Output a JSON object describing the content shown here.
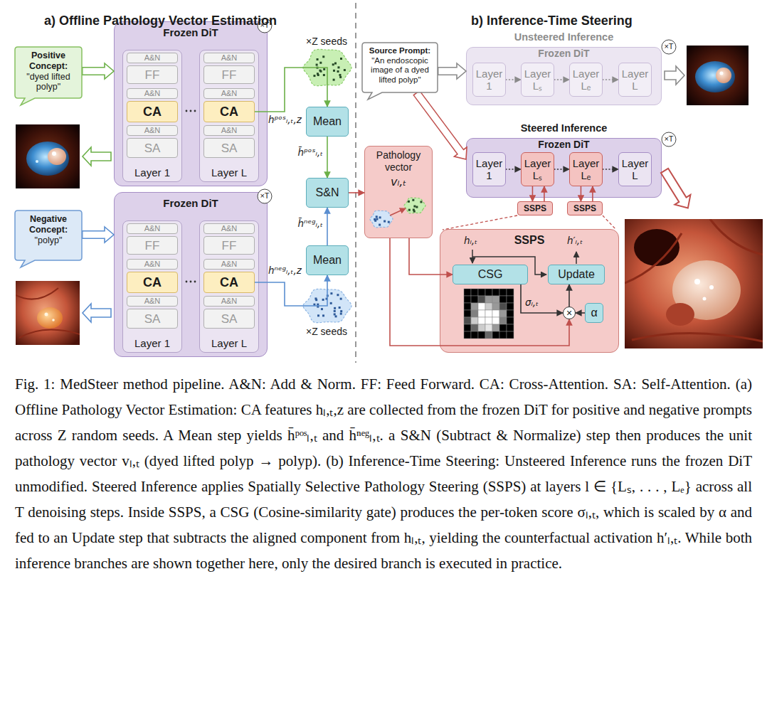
{
  "diagram": {
    "caption": "Fig. 1: MedSteer method pipeline. A&N: Add & Norm. FF: Feed Forward. CA: Cross-Attention. SA: Self-Attention. (a) Offline Pathology Vector Estimation: CA features hₗ,ₜ,z are collected from the frozen DiT for positive and negative prompts across Z random seeds. A Mean step yields h̄ᵖᵒˢₗ,ₜ and h̄ⁿᵉᵍₗ,ₜ. a S&N (Subtract & Normalize) step then produces the unit pathology vector vₗ,ₜ (dyed lifted polyp → polyp). (b) Inference-Time Steering: Unsteered Inference runs the frozen DiT unmodified. Steered Inference applies Spatially Selective Pathology Steering (SSPS) at layers l ∈ {Lₛ, . . . , Lₑ} across all T denoising steps. Inside SSPS, a CSG (Cosine-similarity gate) produces the per-token score σₗ,ₜ, which is scaled by α and fed to an Update step that subtracts the aligned component from hₗ,ₜ, yielding the counterfactual activation h′ₗ,ₜ. While both inference branches are shown together here, only the desired branch is executed in practice.",
    "nodes": [
      {
        "text": [
          "Positive Concept:",
          "\"dyed lifted polyp\""
        ]
      },
      {
        "text": [
          "Frozen DiT"
        ]
      },
      {
        "text": [
          "Layer 1"
        ],
        "in": 1
      },
      {
        "text": [
          "A&N"
        ],
        "in": 2
      },
      {
        "text": [
          "FF"
        ],
        "in": 2
      },
      {
        "text": [
          "A&N"
        ],
        "in": 2
      },
      {
        "text": [
          "CA"
        ],
        "in": 2
      },
      {
        "text": [
          "A&N"
        ],
        "in": 2
      },
      {
        "text": [
          "SA"
        ],
        "in": 2
      },
      {
        "text": [
          "Layer L"
        ],
        "in": 1
      },
      {
        "text": [
          "A&N"
        ],
        "in": 9
      },
      {
        "text": [
          "FF"
        ],
        "in": 9
      },
      {
        "text": [
          "A&N"
        ],
        "in": 9
      },
      {
        "text": [
          "CA"
        ],
        "in": 9
      },
      {
        "text": [
          "A&N"
        ],
        "in": 9
      },
      {
        "text": [
          "SA"
        ],
        "in": 9
      },
      {
        "text": [
          "Negative Concept:",
          "\"polyp\""
        ]
      },
      {
        "text": [
          "Frozen DiT"
        ]
      },
      {
        "text": [
          "Layer 1"
        ],
        "in": 17
      },
      {
        "text": [
          "A&N"
        ],
        "in": 18
      },
      {
        "text": [
          "FF"
        ],
        "in": 18
      },
      {
        "text": [
          "A&N"
        ],
        "in": 18
      },
      {
        "text": [
          "CA"
        ],
        "in": 18
      },
      {
        "text": [
          "A&N"
        ],
        "in": 18
      },
      {
        "text": [
          "SA"
        ],
        "in": 18
      },
      {
        "text": [
          "Layer L"
        ],
        "in": 17
      },
      {
        "text": [
          "A&N"
        ],
        "in": 25
      },
      {
        "text": [
          "FF"
        ],
        "in": 25
      },
      {
        "text": [
          "A&N"
        ],
        "in": 25
      },
      {
        "text": [
          "CA"
        ],
        "in": 25
      },
      {
        "text": [
          "A&N"
        ],
        "in": 25
      },
      {
        "text": [
          "SA"
        ],
        "in": 25
      },
      {
        "text": [
          "Mean"
        ]
      },
      {
        "text": [
          "S&N"
        ]
      },
      {
        "text": [
          "Mean"
        ]
      },
      {
        "text": [
          "Pathology vector",
          "vₗ,ₜ"
        ]
      },
      {
        "text": [
          "Source Prompt:",
          "\"An endoscopic image of a dyed lifted polyp\""
        ]
      },
      {
        "text": [
          "Unsteered Inference",
          "Frozen DiT"
        ]
      },
      {
        "text": [
          "Layer 1"
        ],
        "in": 37
      },
      {
        "text": [
          "Layer Lₛ"
        ],
        "in": 37
      },
      {
        "text": [
          "Layer Lₑ"
        ],
        "in": 37
      },
      {
        "text": [
          "Layer L"
        ],
        "in": 37
      },
      {
        "text": [
          "Steered Inference",
          "Frozen DiT"
        ]
      },
      {
        "text": [
          "Layer 1"
        ],
        "in": 42
      },
      {
        "text": [
          "Layer Lₛ"
        ],
        "in": 42
      },
      {
        "text": [
          "Layer Lₑ"
        ],
        "in": 42
      },
      {
        "text": [
          "Layer L"
        ],
        "in": 42
      },
      {
        "text": [
          "SSPS"
        ]
      },
      {
        "text": [
          "SSPS"
        ]
      },
      {
        "text": [
          "SSPS"
        ]
      },
      {
        "text": [
          "CSG"
        ],
        "in": 49
      },
      {
        "text": [
          "Update"
        ],
        "in": 49
      },
      {
        "text": [
          "×"
        ],
        "in": 49
      },
      {
        "text": [
          "α"
        ],
        "in": 49
      }
    ],
    "edges": [
      {
        "from": 0,
        "to": 1,
        "arrow": "to"
      },
      {
        "from": 13,
        "to": 32,
        "arrow": "to",
        "label": "hᵖᵒˢₗ,ₜ,z"
      },
      {
        "from": 32,
        "to": 33,
        "arrow": "to",
        "label": "h̄ᵖᵒˢₗ,ₜ"
      },
      {
        "from": 16,
        "to": 17,
        "arrow": "to"
      },
      {
        "from": 29,
        "to": 34,
        "arrow": "to",
        "label": "hⁿᵉᵍₗ,ₜ,z"
      },
      {
        "from": 34,
        "to": 33,
        "arrow": "to",
        "label": "h̄ⁿᵉᵍₗ,ₜ"
      },
      {
        "from": 33,
        "to": 35,
        "arrow": "to"
      },
      {
        "from": 36,
        "to": 37,
        "arrow": "to"
      },
      {
        "from": 36,
        "to": 42,
        "arrow": "to"
      },
      {
        "from": 38,
        "to": 39,
        "arrow": "to"
      },
      {
        "from": 39,
        "to": 40,
        "arrow": "to"
      },
      {
        "from": 40,
        "to": 41,
        "arrow": "to"
      },
      {
        "from": 43,
        "to": 44,
        "arrow": "to"
      },
      {
        "from": 44,
        "to": 45,
        "arrow": "to"
      },
      {
        "from": 45,
        "to": 46,
        "arrow": "to"
      },
      {
        "from": 44,
        "to": 47,
        "arrow": "to"
      },
      {
        "from": 47,
        "to": 44,
        "arrow": "to"
      },
      {
        "from": 45,
        "to": 48,
        "arrow": "to"
      },
      {
        "from": 48,
        "to": 45,
        "arrow": "to"
      },
      {
        "from": 35,
        "to": 50,
        "arrow": "to"
      },
      {
        "from": 35,
        "to": 52,
        "arrow": "to"
      },
      {
        "from": 50,
        "to": 52,
        "arrow": "to",
        "label": "σₗ,ₜ"
      },
      {
        "from": 53,
        "to": 52,
        "arrow": "to"
      },
      {
        "from": 52,
        "to": 51,
        "arrow": "to"
      }
    ],
    "labels": [
      "a) Offline Pathology Vector Estimation",
      "b) Inference-Time Steering",
      "×T",
      "×Z seeds",
      "×T",
      "×Z seeds",
      "×T",
      "×T",
      "hₗ,ₜ",
      "h′ₗ,ₜ"
    ]
  }
}
